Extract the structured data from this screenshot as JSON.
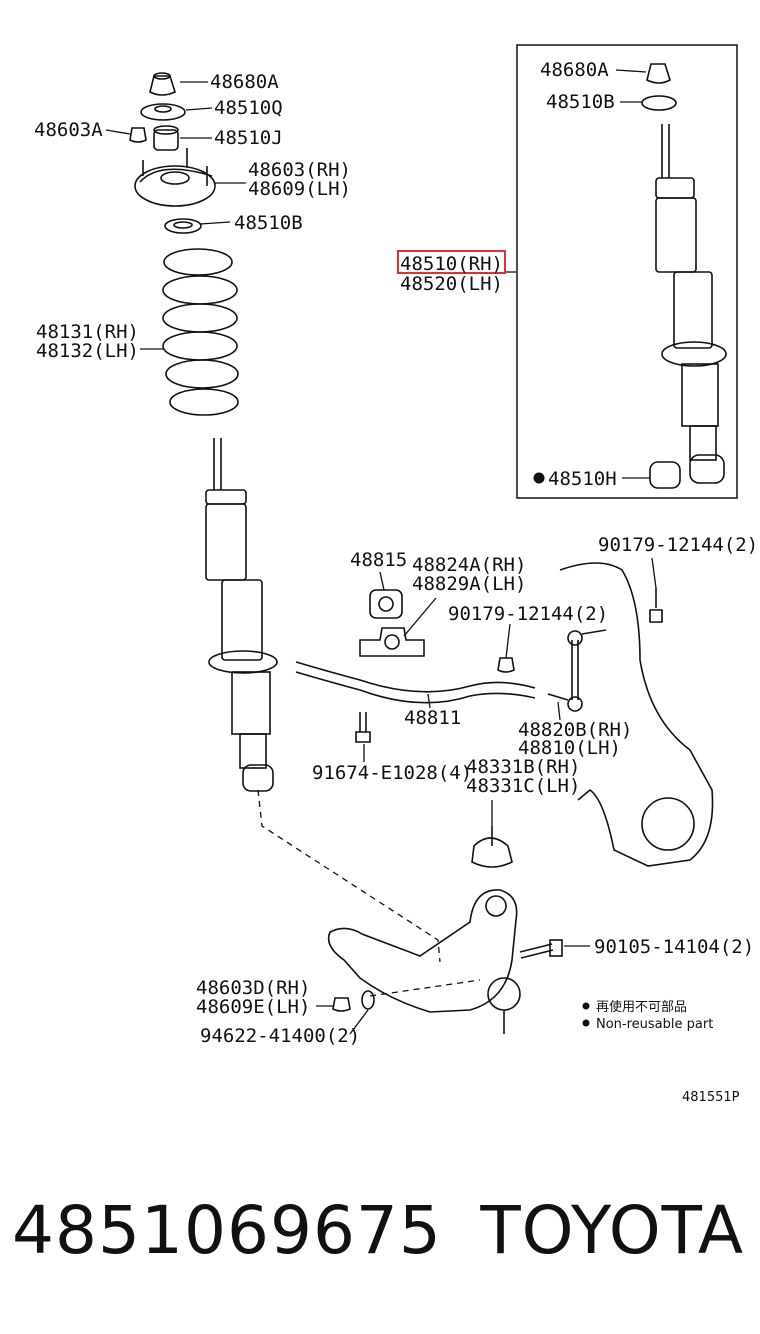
{
  "labels": {
    "nut_top": "48680A",
    "insulator_q": "48510Q",
    "nut_side": "48603A",
    "bumper_j": "48510J",
    "support_rh": "48603(RH)",
    "support_lh": "48609(LH)",
    "seat_b": "48510B",
    "spring_rh": "48131(RH)",
    "spring_lh": "48132(LH)",
    "box_nut": "48680A",
    "box_seat": "48510B",
    "shock_rh": "48510(RH)",
    "shock_lh": "48520(LH)",
    "bushing_h": "48510H",
    "stab_bushing": "48815",
    "bracket_rh": "48824A(RH)",
    "bracket_lh": "48829A(LH)",
    "nut_a": "90179-12144(2)",
    "nut_b": "90179-12144(2)",
    "stab_bar": "48811",
    "link_rh": "48820B(RH)",
    "link_lh": "48810(LH)",
    "bolt": "91674-E1028(4)",
    "ball_rh": "48331B(RH)",
    "ball_lh": "48331C(LH)",
    "arm_bolt": "90105-14104(2)",
    "arm_rh": "48603D(RH)",
    "arm_lh": "48609E(LH)",
    "washer": "94622-41400(2)",
    "legend_cn": "再使用不可部品",
    "legend_en": "Non-reusable part",
    "diagram_code": "481551P"
  },
  "highlight_color": "#e03030",
  "footer": {
    "part_number": "4851069675",
    "brand": "TOYOTA"
  }
}
